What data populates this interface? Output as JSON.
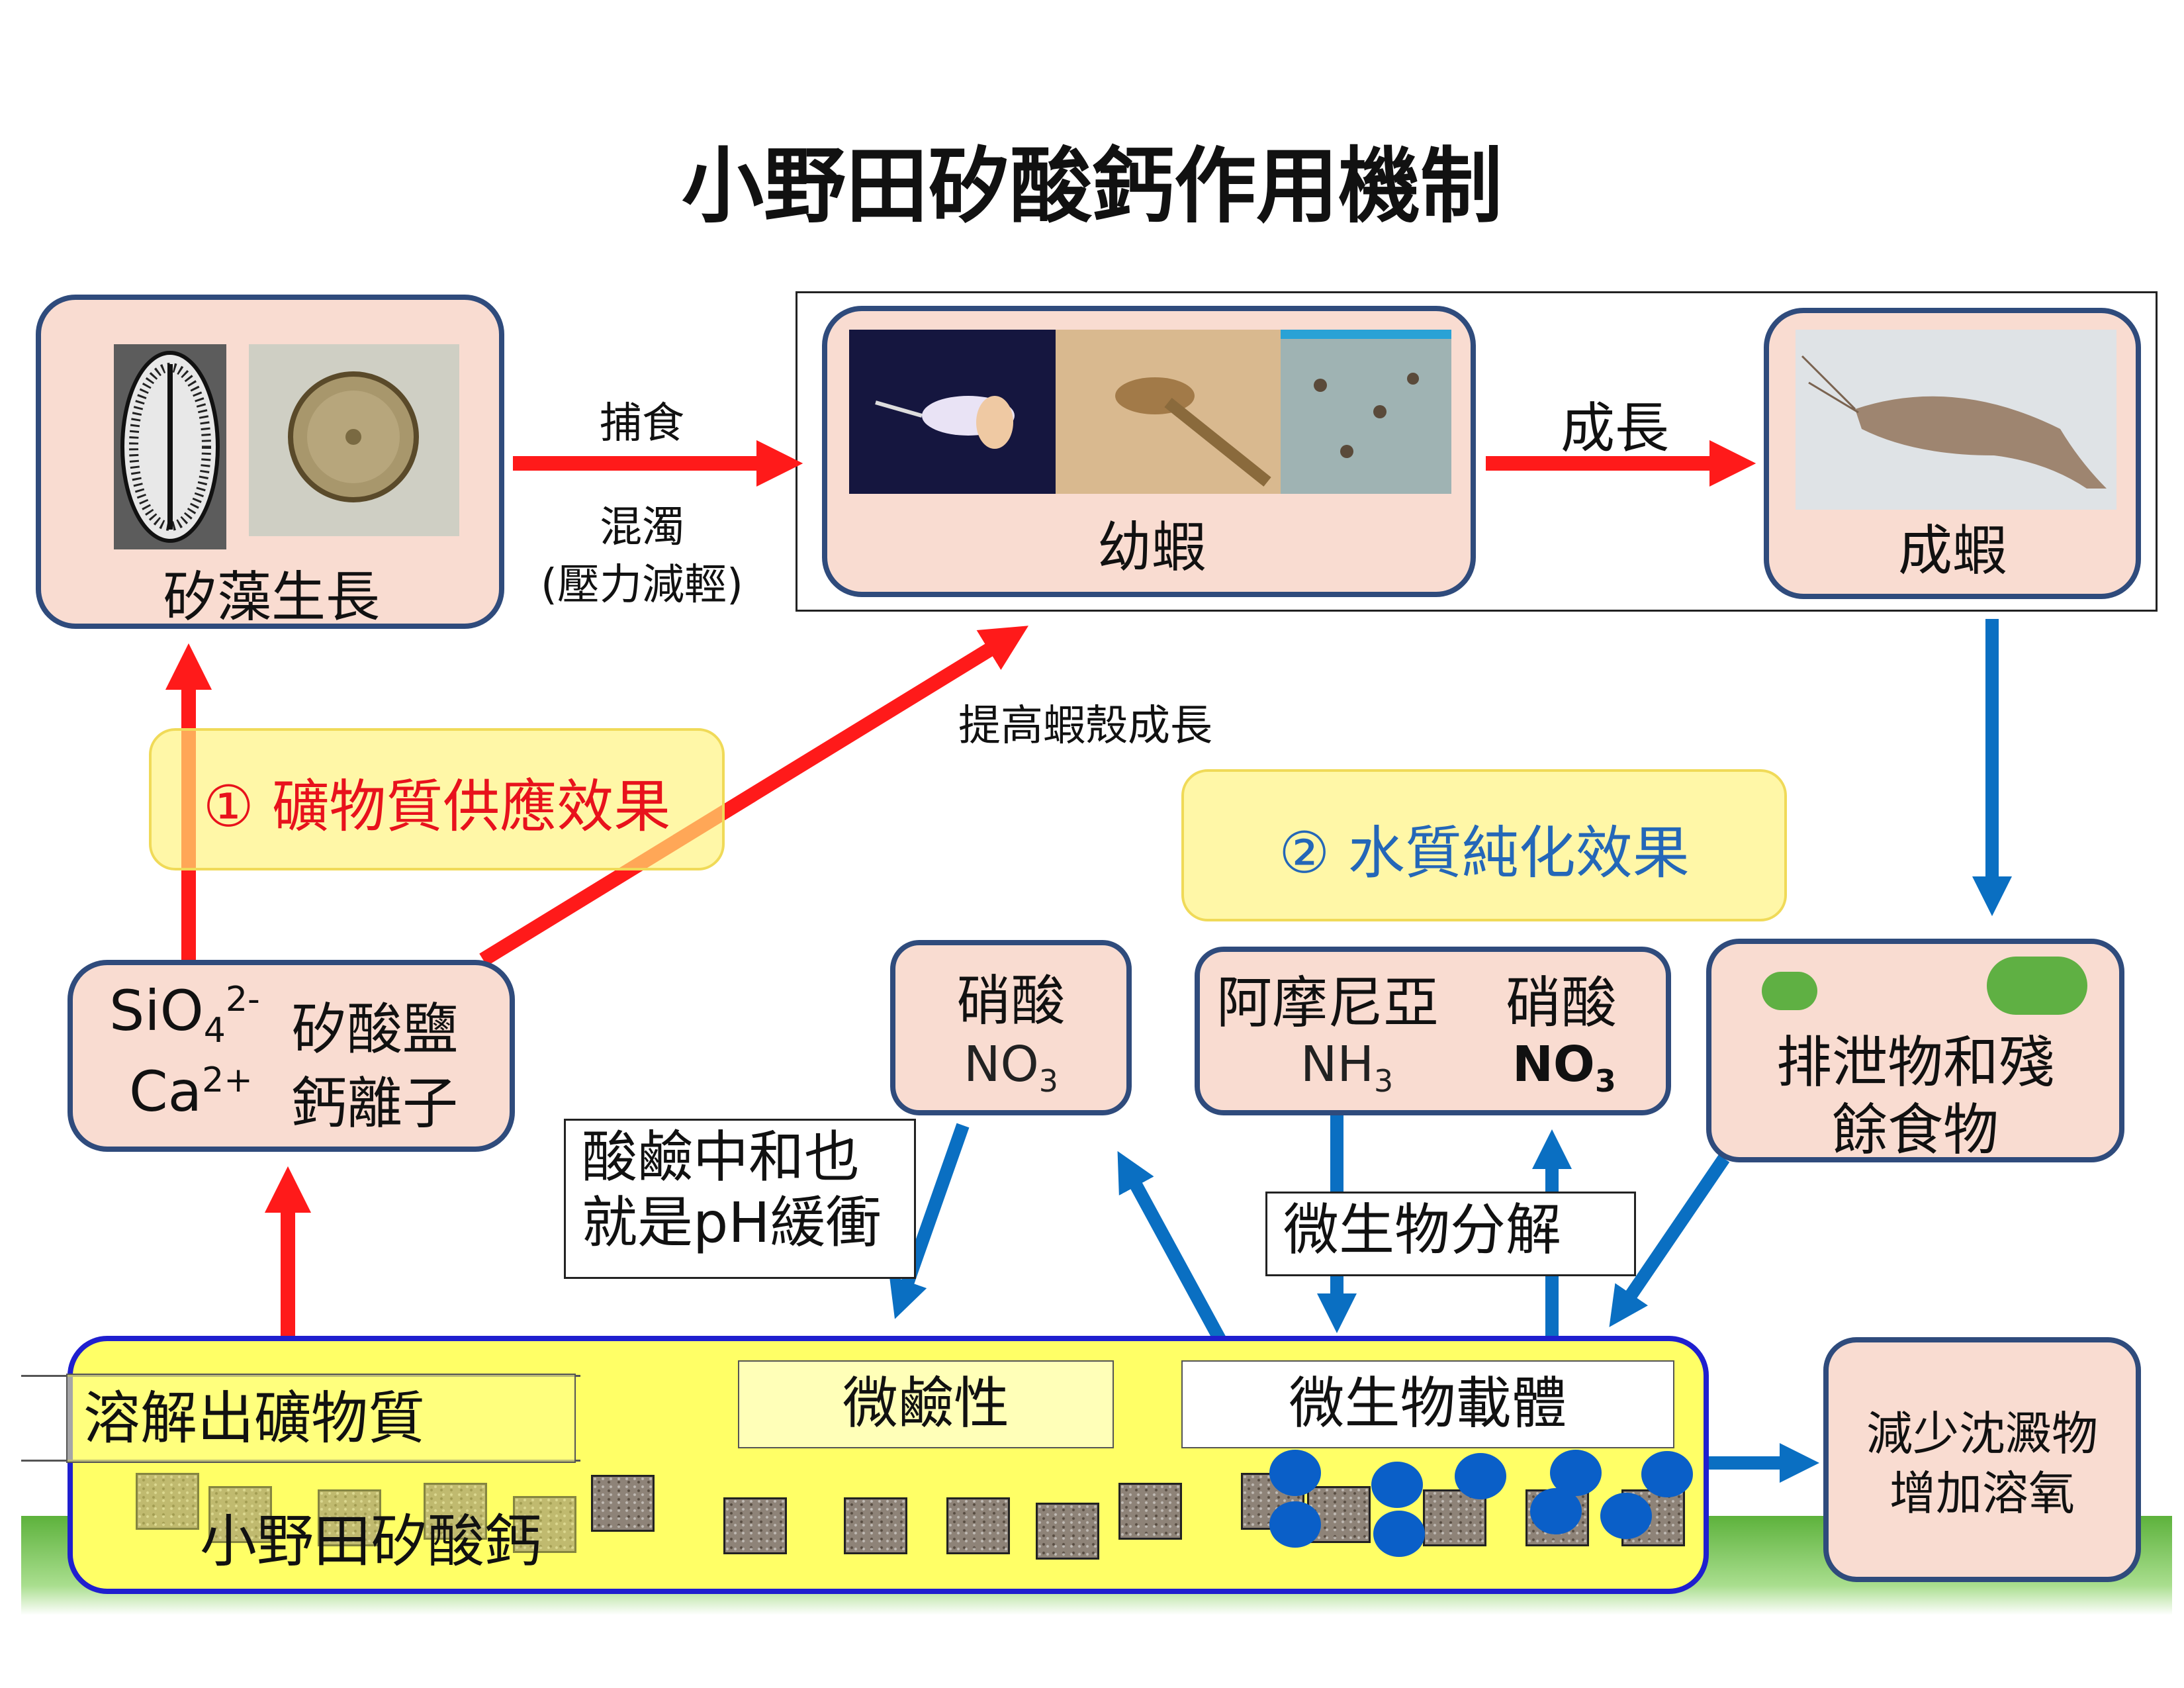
{
  "title": "小野田矽酸鈣作用機制",
  "nodes": {
    "diatom": "矽藻生長",
    "larva": "幼蝦",
    "adult": "成蝦",
    "ions_formula_1": "SiO",
    "ions_formula_1_sub": "4",
    "ions_formula_1_sup": "2-",
    "ions_name_1": "矽酸鹽",
    "ions_formula_2": "Ca",
    "ions_formula_2_sup": "2+",
    "ions_name_2": "鈣離子",
    "nitrate_title": "硝酸",
    "nitrate_formula": "NO",
    "nitrate_formula_sub": "3",
    "ammonia_title": "阿摩尼亞",
    "ammonia_formula": "NH",
    "ammonia_formula_sub": "3",
    "nitrate2_title": "硝酸",
    "nitrate2_formula": "NO",
    "nitrate2_formula_sub": "3",
    "waste_line1": "排泄物和殘",
    "waste_line2": "餘食物",
    "reduce_line1": "減少沈澱物",
    "reduce_line2": "增加溶氧"
  },
  "edges": {
    "predation": "捕食",
    "turbid_1": "混濁",
    "turbid_2": "(壓力減輕)",
    "growth": "成長",
    "shell": "提高蝦殼成長"
  },
  "effects": {
    "mineral": "① 礦物質供應效果",
    "water": "② 水質純化效果"
  },
  "callouts": {
    "ph_line1": "酸鹼中和也",
    "ph_line2": "就是pH緩衝",
    "microbe_decomp": "微生物分解"
  },
  "base": {
    "dissolve": "溶解出礦物質",
    "alkaline": "微鹼性",
    "carrier": "微生物載體",
    "product": "小野田矽酸鈣"
  },
  "colors": {
    "red_arrow": "#ff1a1a",
    "blue_arrow": "#0a6fc2",
    "box_fill": "#f9dcd1",
    "box_border": "#2f4b7c",
    "base_fill": "#ffff66",
    "base_border": "#1f1fcf",
    "mineral_text": "#e8121c",
    "water_text": "#2467b8",
    "ground": "#6fbf4a"
  }
}
